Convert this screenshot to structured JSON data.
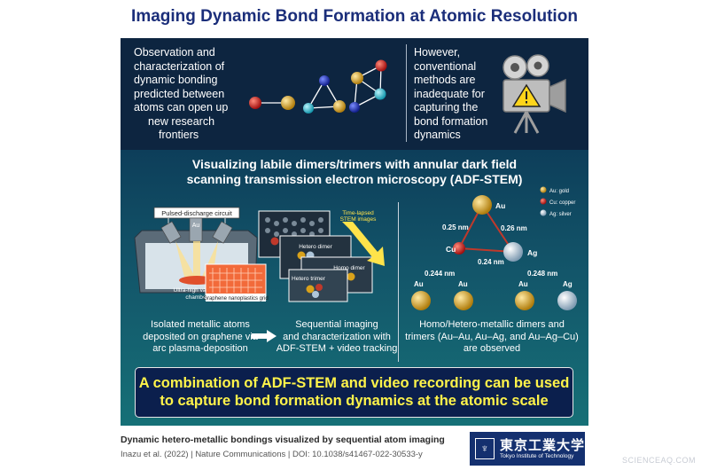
{
  "title": "Imaging Dynamic Bond Formation at Atomic Resolution",
  "top_left_text": [
    "Observation and",
    "characterization of",
    "dynamic bonding",
    "predicted between",
    "atoms can open up",
    "new research",
    "frontiers"
  ],
  "top_right_text": [
    "However,",
    "conventional",
    "methods are",
    "inadequate for",
    "capturing the",
    "bond formation",
    "dynamics"
  ],
  "mid_title": [
    "Visualizing labile dimers/trimers with annular dark field",
    "scanning transmission electron microscopy (ADF-STEM)"
  ],
  "apparatus": {
    "circuit_label": "Pulsed-discharge circuit",
    "au_label": "Au",
    "chamber_label": [
      "Ultra-high vacuum",
      "chamber"
    ],
    "grid_label": "Graphene nanoplastics grid",
    "timelapse_label": [
      "Time-lapsed",
      "STEM images"
    ],
    "hetero_dimer": "Hetero dimer",
    "homo_dimer": "Homo dimer",
    "hetero_trimer": "Hetero trimer"
  },
  "legend": [
    {
      "label": "Au: gold",
      "color": "#d9a21b"
    },
    {
      "label": "Cu: copper",
      "color": "#c0392b"
    },
    {
      "label": "Ag: silver",
      "color": "#aec6da"
    }
  ],
  "trimer": {
    "au": "Au",
    "cu": "Cu",
    "ag": "Ag",
    "d_au_cu": "0.25 nm",
    "d_au_ag": "0.26 nm",
    "d_cu_ag": "0.24 nm"
  },
  "dimer_auau": {
    "distance": "0.244 nm",
    "left": "Au",
    "right": "Au"
  },
  "dimer_auag": {
    "distance": "0.248 nm",
    "left": "Au",
    "right": "Ag"
  },
  "captions": {
    "left": [
      "Isolated metallic atoms",
      "deposited on graphene via",
      "arc plasma-deposition"
    ],
    "middle": [
      "Sequential imaging",
      "and characterization with",
      "ADF-STEM + video tracking"
    ],
    "right": [
      "Homo/Hetero-metallic dimers and",
      "trimers (Au–Au, Au–Ag, and Au–Ag–Cu)",
      "are observed"
    ]
  },
  "banner": [
    "A combination of ADF-STEM and video recording can be used",
    "to capture bond formation dynamics at the atomic scale"
  ],
  "footer": {
    "title": "Dynamic hetero-metallic bondings visualized by sequential atom imaging",
    "citation": "Inazu et al. (2022) | Nature Communications | DOI: 10.1038/s41467-022-30533-y"
  },
  "logo": {
    "jp": "東京工業大学",
    "en": "Tokyo Institute of Technology"
  },
  "watermark": "SCIENCEAQ.COM",
  "colors": {
    "title": "#1b2e7a",
    "banner_text": "#fff34a",
    "gold": "#d9a21b",
    "copper": "#c0392b",
    "silver": "#aec6da",
    "cyan": "#35c4d6",
    "blue": "#2436b0"
  }
}
